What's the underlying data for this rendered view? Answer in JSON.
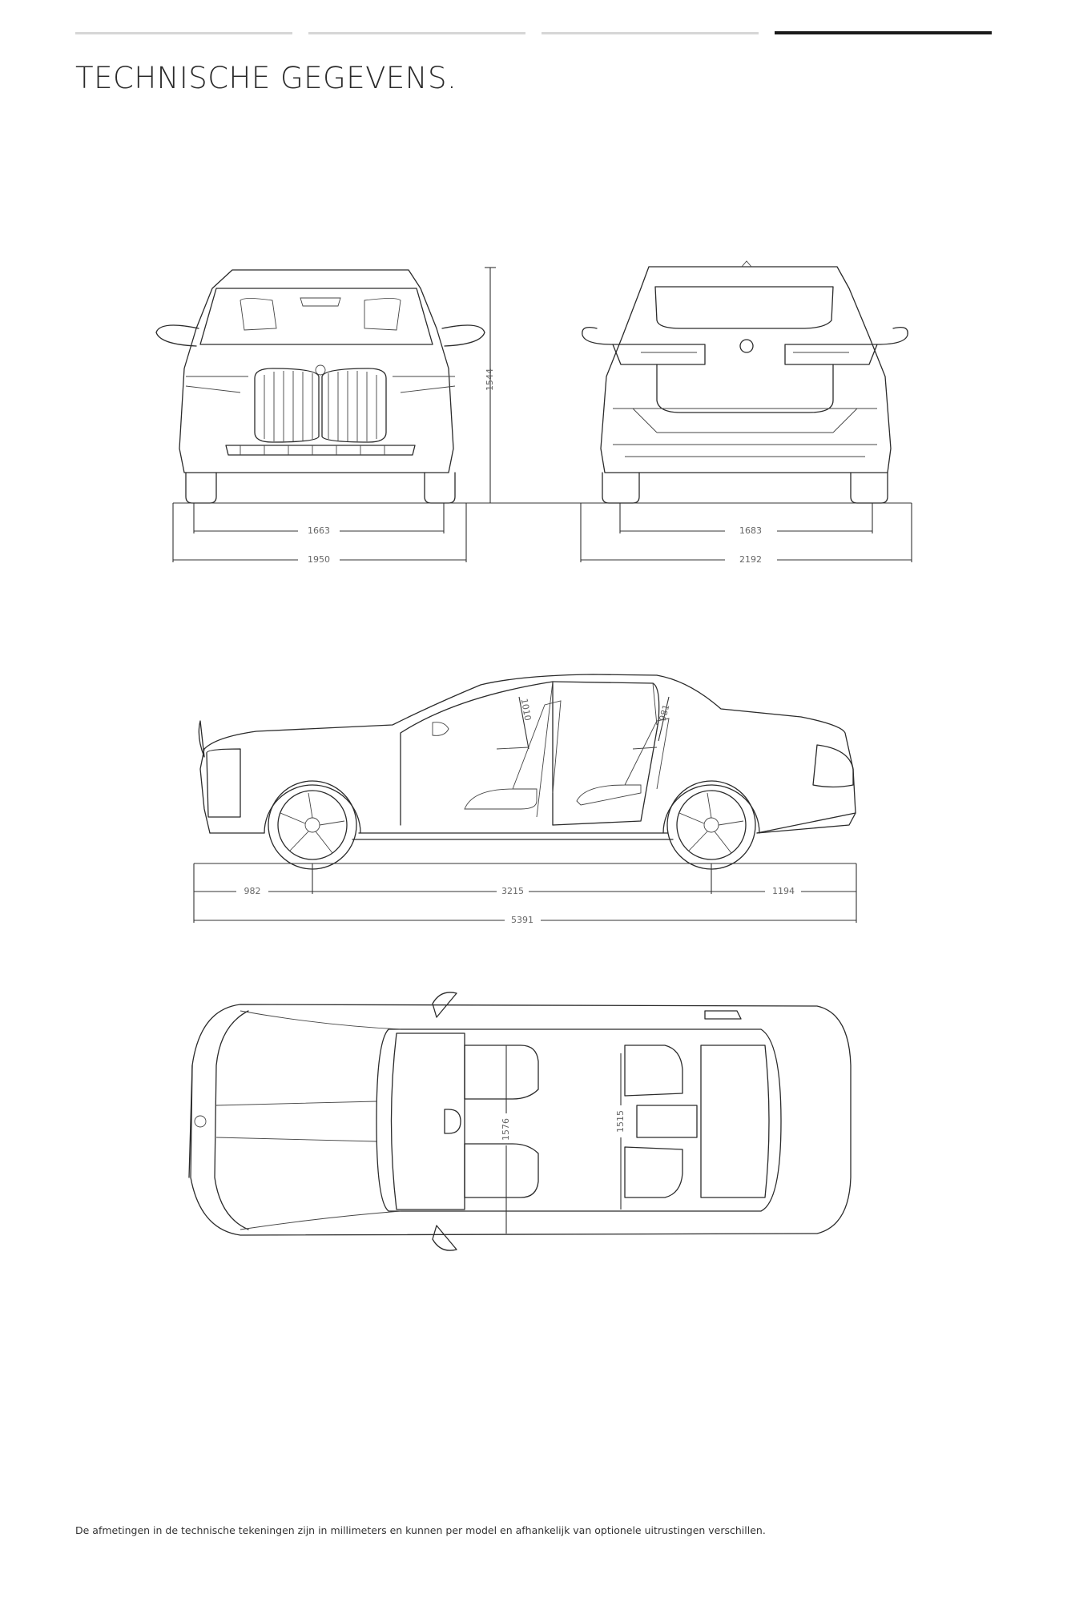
{
  "header": {
    "title": "TECHNISCHE GEGEVENS.",
    "progress_segments": [
      {
        "state": "inactive"
      },
      {
        "state": "inactive"
      },
      {
        "state": "inactive"
      },
      {
        "state": "active"
      }
    ]
  },
  "drawings": {
    "front_view": {
      "height": "1544",
      "front_track": "1663",
      "width": "1950"
    },
    "rear_view": {
      "rear_track": "1683",
      "width_with_mirrors": "2192"
    },
    "side_view": {
      "front_headroom": "1010",
      "rear_headroom": "981",
      "front_overhang": "982",
      "wheelbase": "3215",
      "rear_overhang": "1194",
      "length": "5391"
    },
    "top_view": {
      "front_shoulder_width": "1576",
      "rear_shoulder_width": "1515"
    }
  },
  "footnote": "De afmetingen in de technische tekeningen zijn in millimeters en kunnen per model en afhankelijk van optionele uitrustingen verschillen.",
  "colors": {
    "line": "#2b2b2b",
    "active_segment": "#1a1a1a",
    "inactive_segment": "#d6d6d6"
  }
}
